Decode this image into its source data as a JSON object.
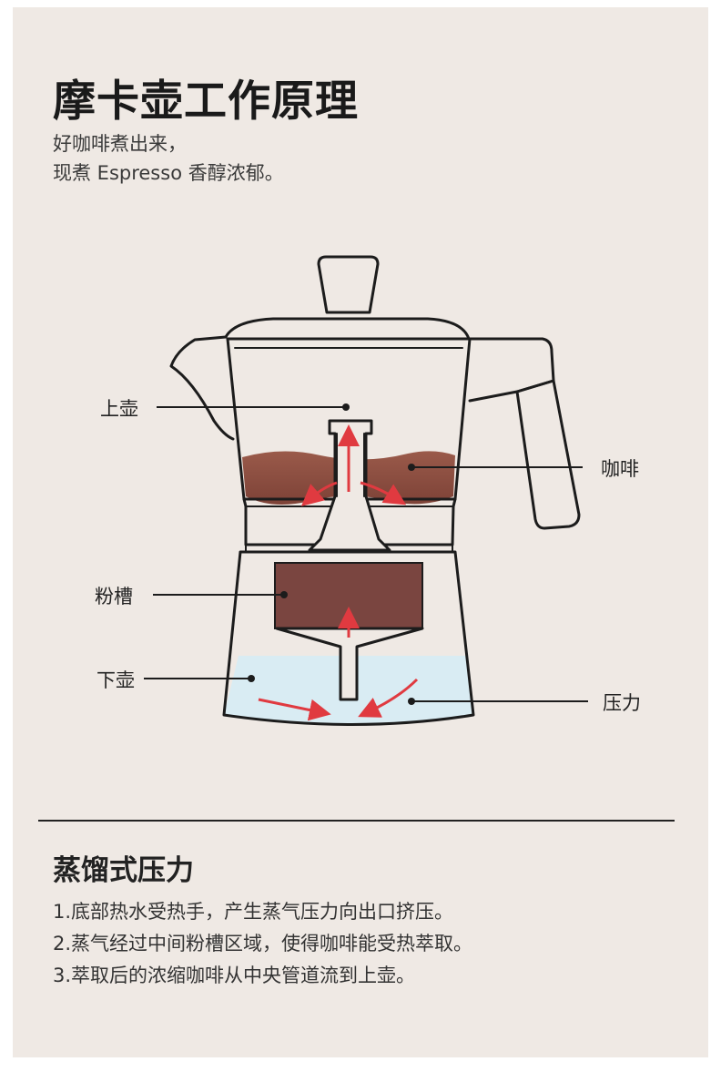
{
  "header": {
    "title": "摩卡壶工作原理",
    "subtitle_lines": [
      "好咖啡煮出来，",
      "现煮 Espresso 香醇浓郁。"
    ]
  },
  "diagram": {
    "labels": {
      "upper_pot": "上壶",
      "coffee": "咖啡",
      "grounds_basket": "粉槽",
      "lower_pot": "下壶",
      "pressure": "压力"
    },
    "colors": {
      "background": "#efe9e4",
      "outline": "#1c1c1c",
      "coffee_liquid": "#8a4a3e",
      "grounds": "#7a4540",
      "water": "#d9ecf3",
      "arrow": "#e03a40"
    }
  },
  "explanation": {
    "heading": "蒸馏式压力",
    "steps": [
      "1.底部热水受热手，产生蒸气压力向出口挤压。",
      "2.蒸气经过中间粉槽区域，使得咖啡能受热萃取。",
      "3.萃取后的浓缩咖啡从中央管道流到上壶。"
    ]
  }
}
